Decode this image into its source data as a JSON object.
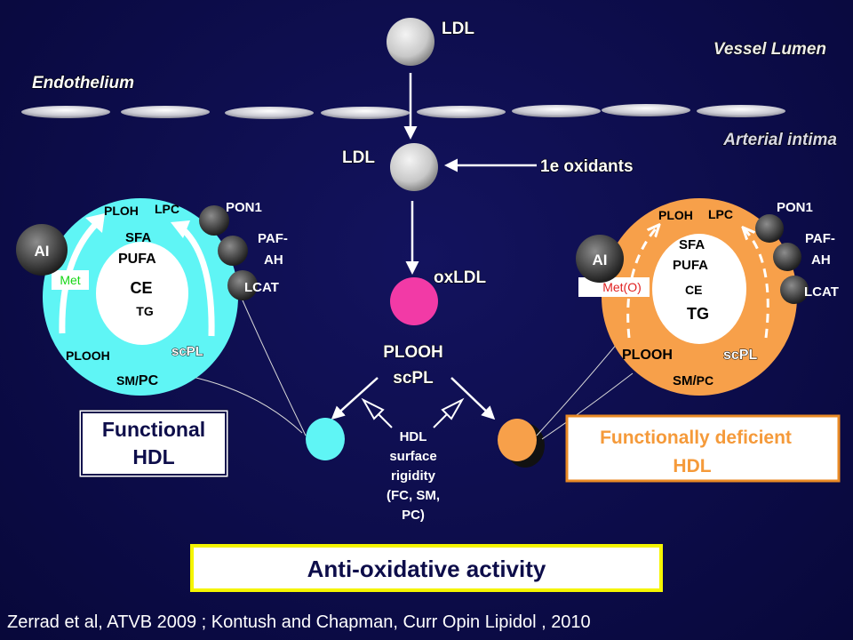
{
  "labels": {
    "ldl_top": "LDL",
    "vessel_lumen": "Vessel Lumen",
    "endothelium": "Endothelium",
    "arterial_intima": "Arterial intima",
    "ldl_mid": "LDL",
    "oxidants": "1e oxidants",
    "oxldl": "oxLDL",
    "plooh_center": "PLOOH",
    "scpl_center": "scPL",
    "rigidity": [
      "HDL",
      "surface",
      "rigidity",
      "(FC, SM,",
      "PC)"
    ]
  },
  "left_hdl": {
    "ai": "AI",
    "met": "Met",
    "ploh": "PLOH",
    "lpc": "LPC",
    "sfa": "SFA",
    "pufa": "PUFA",
    "ce": "CE",
    "tg": "TG",
    "plooh": "PLOOH",
    "scpl": "scPL",
    "sm": "SM/",
    "pc": "PC",
    "enzymes": [
      "PON1",
      "PAF-",
      "AH",
      "LCAT"
    ],
    "box_title_1": "Functional",
    "box_title_2": "HDL"
  },
  "right_hdl": {
    "ai": "AI",
    "met": "Met(O)",
    "ploh": "PLOH",
    "lpc": "LPC",
    "sfa": "SFA",
    "pufa": "PUFA",
    "ce": "CE",
    "tg": "TG",
    "plooh": "PLOOH",
    "scpl": "scPL",
    "sm": "SM/",
    "pc": "PC",
    "enzymes": [
      "PON1",
      "PAF-",
      "AH",
      "LCAT"
    ],
    "box_title_1": "Functionally deficient",
    "box_title_2": "HDL"
  },
  "activity_box": "Anti-oxidative activity",
  "citation": "Zerrad et al, ATVB 2009 ; Kontush and Chapman, Curr Opin Lipidol , 2010",
  "colors": {
    "background": "#0d0d4a",
    "functional_hdl": "#5ff5f5",
    "deficient_hdl": "#f7a04a",
    "oxldl": "#f23aa6",
    "activity_border": "#f5f500",
    "deficient_border": "#e98a25",
    "deficient_text": "#f59a3a"
  }
}
